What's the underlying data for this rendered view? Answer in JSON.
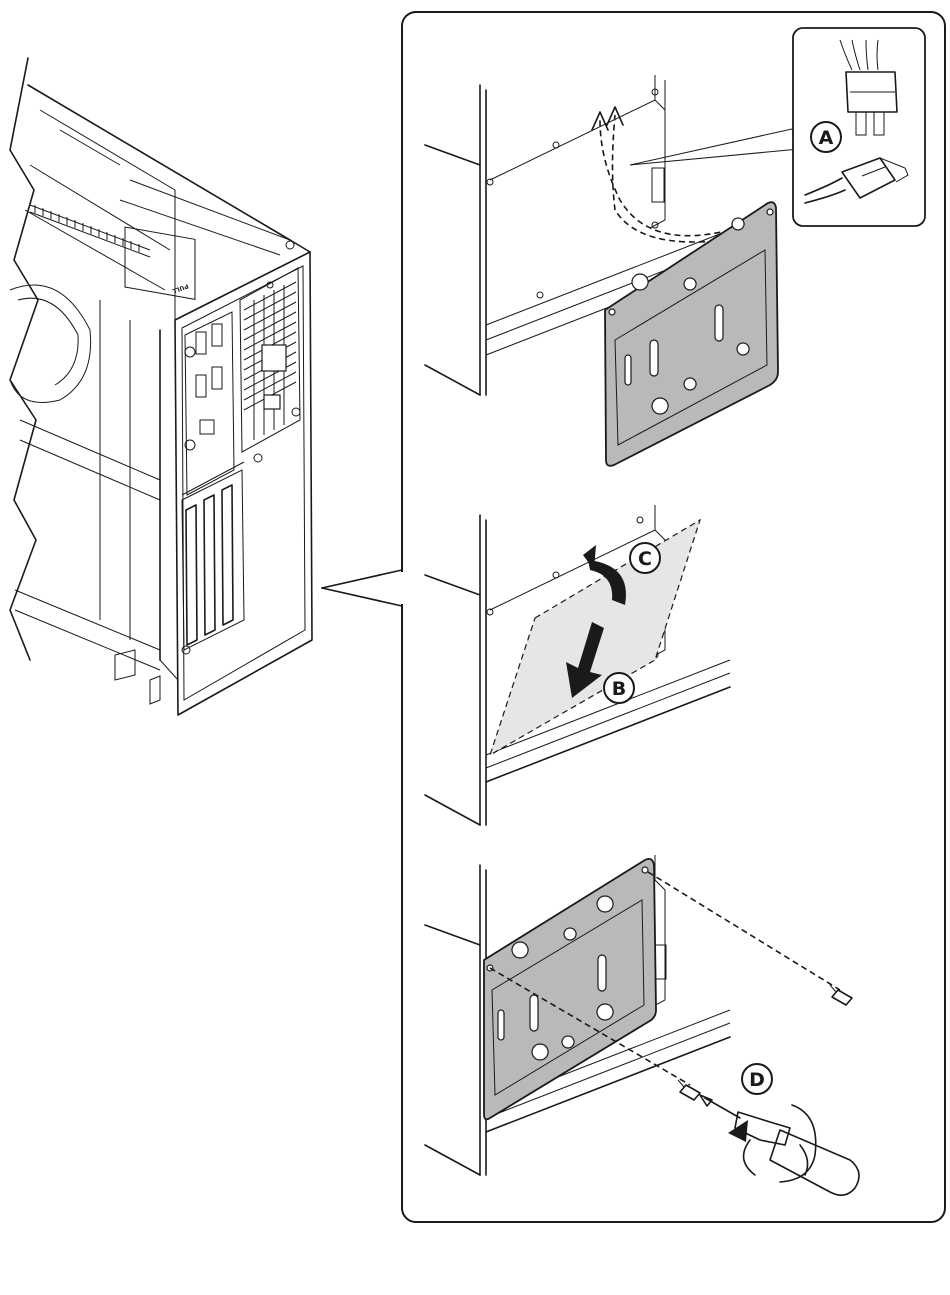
{
  "diagram": {
    "callouts": [
      {
        "id": "A",
        "label": "A"
      },
      {
        "id": "B",
        "label": "B"
      },
      {
        "id": "C",
        "label": "C"
      },
      {
        "id": "D",
        "label": "D"
      }
    ],
    "chassis_marking": "PULL",
    "colors": {
      "line": "#1a1a1a",
      "plate_fill": "#b9b9b9",
      "ghost_plate_fill": "#e6e6e6",
      "background": "#ffffff"
    }
  }
}
